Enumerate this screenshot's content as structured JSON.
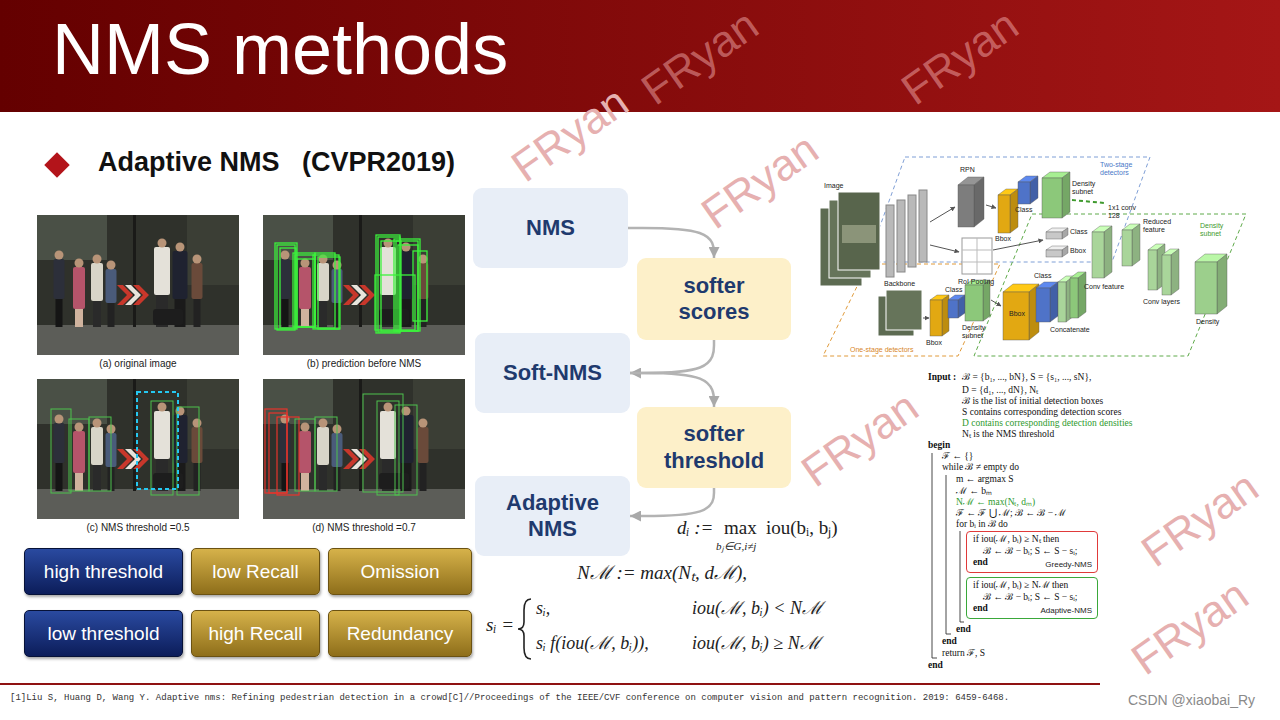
{
  "diagram": {
    "title": "NMS methods",
    "nodes": [
      {
        "text": [
          "NMS"
        ]
      },
      {
        "text": [
          "softer scores"
        ]
      },
      {
        "text": [
          "Soft-NMS"
        ]
      },
      {
        "text": [
          "softer threshold"
        ]
      },
      {
        "text": [
          "Adaptive NMS"
        ]
      },
      {
        "text": [
          "high threshold"
        ]
      },
      {
        "text": [
          "low Recall"
        ]
      },
      {
        "text": [
          "Omission"
        ]
      },
      {
        "text": [
          "low threshold"
        ]
      },
      {
        "text": [
          "high Recall"
        ]
      },
      {
        "text": [
          "Redundancy"
        ]
      },
      {
        "text": [
          "if iou(ℳ, bᵢ) ≥ Nₜ then",
          "ℬ ← ℬ − bᵢ; S ← S − sᵢ;",
          "end",
          "Greedy-NMS"
        ]
      },
      {
        "text": [
          "if iou(ℳ, bᵢ) ≥ Nℳ then",
          "ℬ ← ℬ − bᵢ; S ← S − sᵢ;",
          "end",
          "Adaptive-NMS"
        ]
      }
    ],
    "edges": [
      {
        "from": 0,
        "to": 1,
        "arrow": "to"
      },
      {
        "from": 1,
        "to": 2,
        "arrow": "to"
      },
      {
        "from": 2,
        "to": 3,
        "arrow": "to"
      },
      {
        "from": 3,
        "to": 4,
        "arrow": "to"
      }
    ],
    "labels": [
      "Adaptive NMS   (CVPR2019)",
      "(a) original image",
      "(b) prediction before NMS",
      "(c) NMS threshold =0.5",
      "(d) NMS threshold =0.7",
      "dᵢ :=",
      "max",
      "bⱼ∈G,i≠j",
      "iou(bᵢ, bⱼ)",
      "Nℳ := max(Nₜ, dℳ),",
      "sᵢ =",
      "sᵢ,",
      "iou(ℳ, bᵢ) < Nℳ",
      "sᵢ f(iou(ℳ, bᵢ)),",
      "iou(ℳ, bᵢ) ≥ Nℳ",
      "Image",
      "Backbone",
      "RPN",
      "RoI Pooling",
      "Bbox",
      "Class",
      "Density subnet",
      "Two-stage detectors",
      "Class",
      "Bbox",
      "1x1 conv 128",
      "Reduced feature",
      "Conv feature",
      "Conv layers",
      "Density subnet",
      "Density",
      "Class",
      "Class",
      "Bbox",
      "Density subnet",
      "One-stage detectors",
      "Bbox",
      "Concatenate",
      "Input :",
      "ℬ = {b₁, ..., bN}, S = {s₁, ..., sN},",
      "D = {d₁, ..., dN}, Nₜ",
      "ℬ is the list of initial detection boxes",
      "S contains corresponding detection scores",
      "D contains corresponding detection densities",
      "Nₜ is the NMS threshold",
      "begin",
      "ℱ ← {}",
      "while ℬ ≠ empty do",
      "m ← argmax S",
      "ℳ ← bₘ",
      "Nℳ ← max(Nₜ, dₘ)",
      "ℱ ← ℱ ⋃ ℳ; ℬ ← ℬ − ℳ",
      "for bᵢ in ℬ do",
      "end",
      "end",
      "return ℱ, S",
      "end",
      "[1]Liu S, Huang D, Wang Y. Adaptive nms: Refining pedestrian detection in a crowd[C]//Proceedings of the IEEE/CVF conference on computer vision and pattern recognition. 2019: 6459-6468.",
      "CSDN @xiaobai_Ry",
      "FRyan",
      "FRyan",
      "FRyan",
      "FRyan",
      "FRyan",
      "FRyan",
      "FRyan"
    ]
  }
}
